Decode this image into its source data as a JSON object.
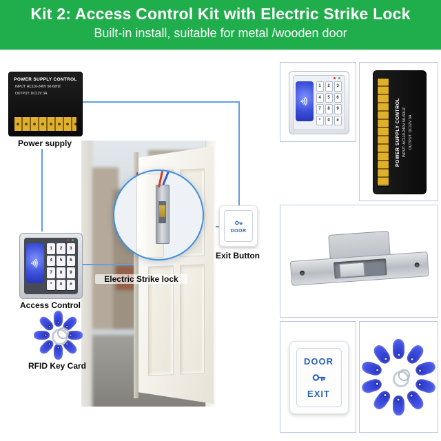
{
  "header": {
    "title": "Kit 2: Access Control Kit with Electric Strike Lock",
    "subtitle": "Built-in install, suitable for metal /wooden door"
  },
  "colors": {
    "header_bg": "#1fae4b",
    "connection_line_blue": "#5f9fe0",
    "zoom_circle_blue": "#3f8fd8",
    "fob_blue": "#2c39cf",
    "exit_text_blue": "#2d62b8",
    "terminal_yellow": "#e0b02c"
  },
  "power_supply": {
    "title": "POWER SUPPLY CONTROL",
    "input": "INPUT: AC110-240V 50-60HZ",
    "output": "OUTPUT: DC12V 3A"
  },
  "keypad": {
    "keys": [
      "1",
      "2",
      "3",
      "4",
      "5",
      "6",
      "7",
      "8",
      "9",
      "*",
      "0",
      "#"
    ]
  },
  "exit_button": {
    "door": "DOOR",
    "exit": "EXIT"
  },
  "labels": {
    "power_supply": "Power supply",
    "access_control": "Access Control",
    "electric_strike": "Electric Strike lock",
    "exit_button": "Exit Button",
    "rfid": "RFID Key Card"
  }
}
